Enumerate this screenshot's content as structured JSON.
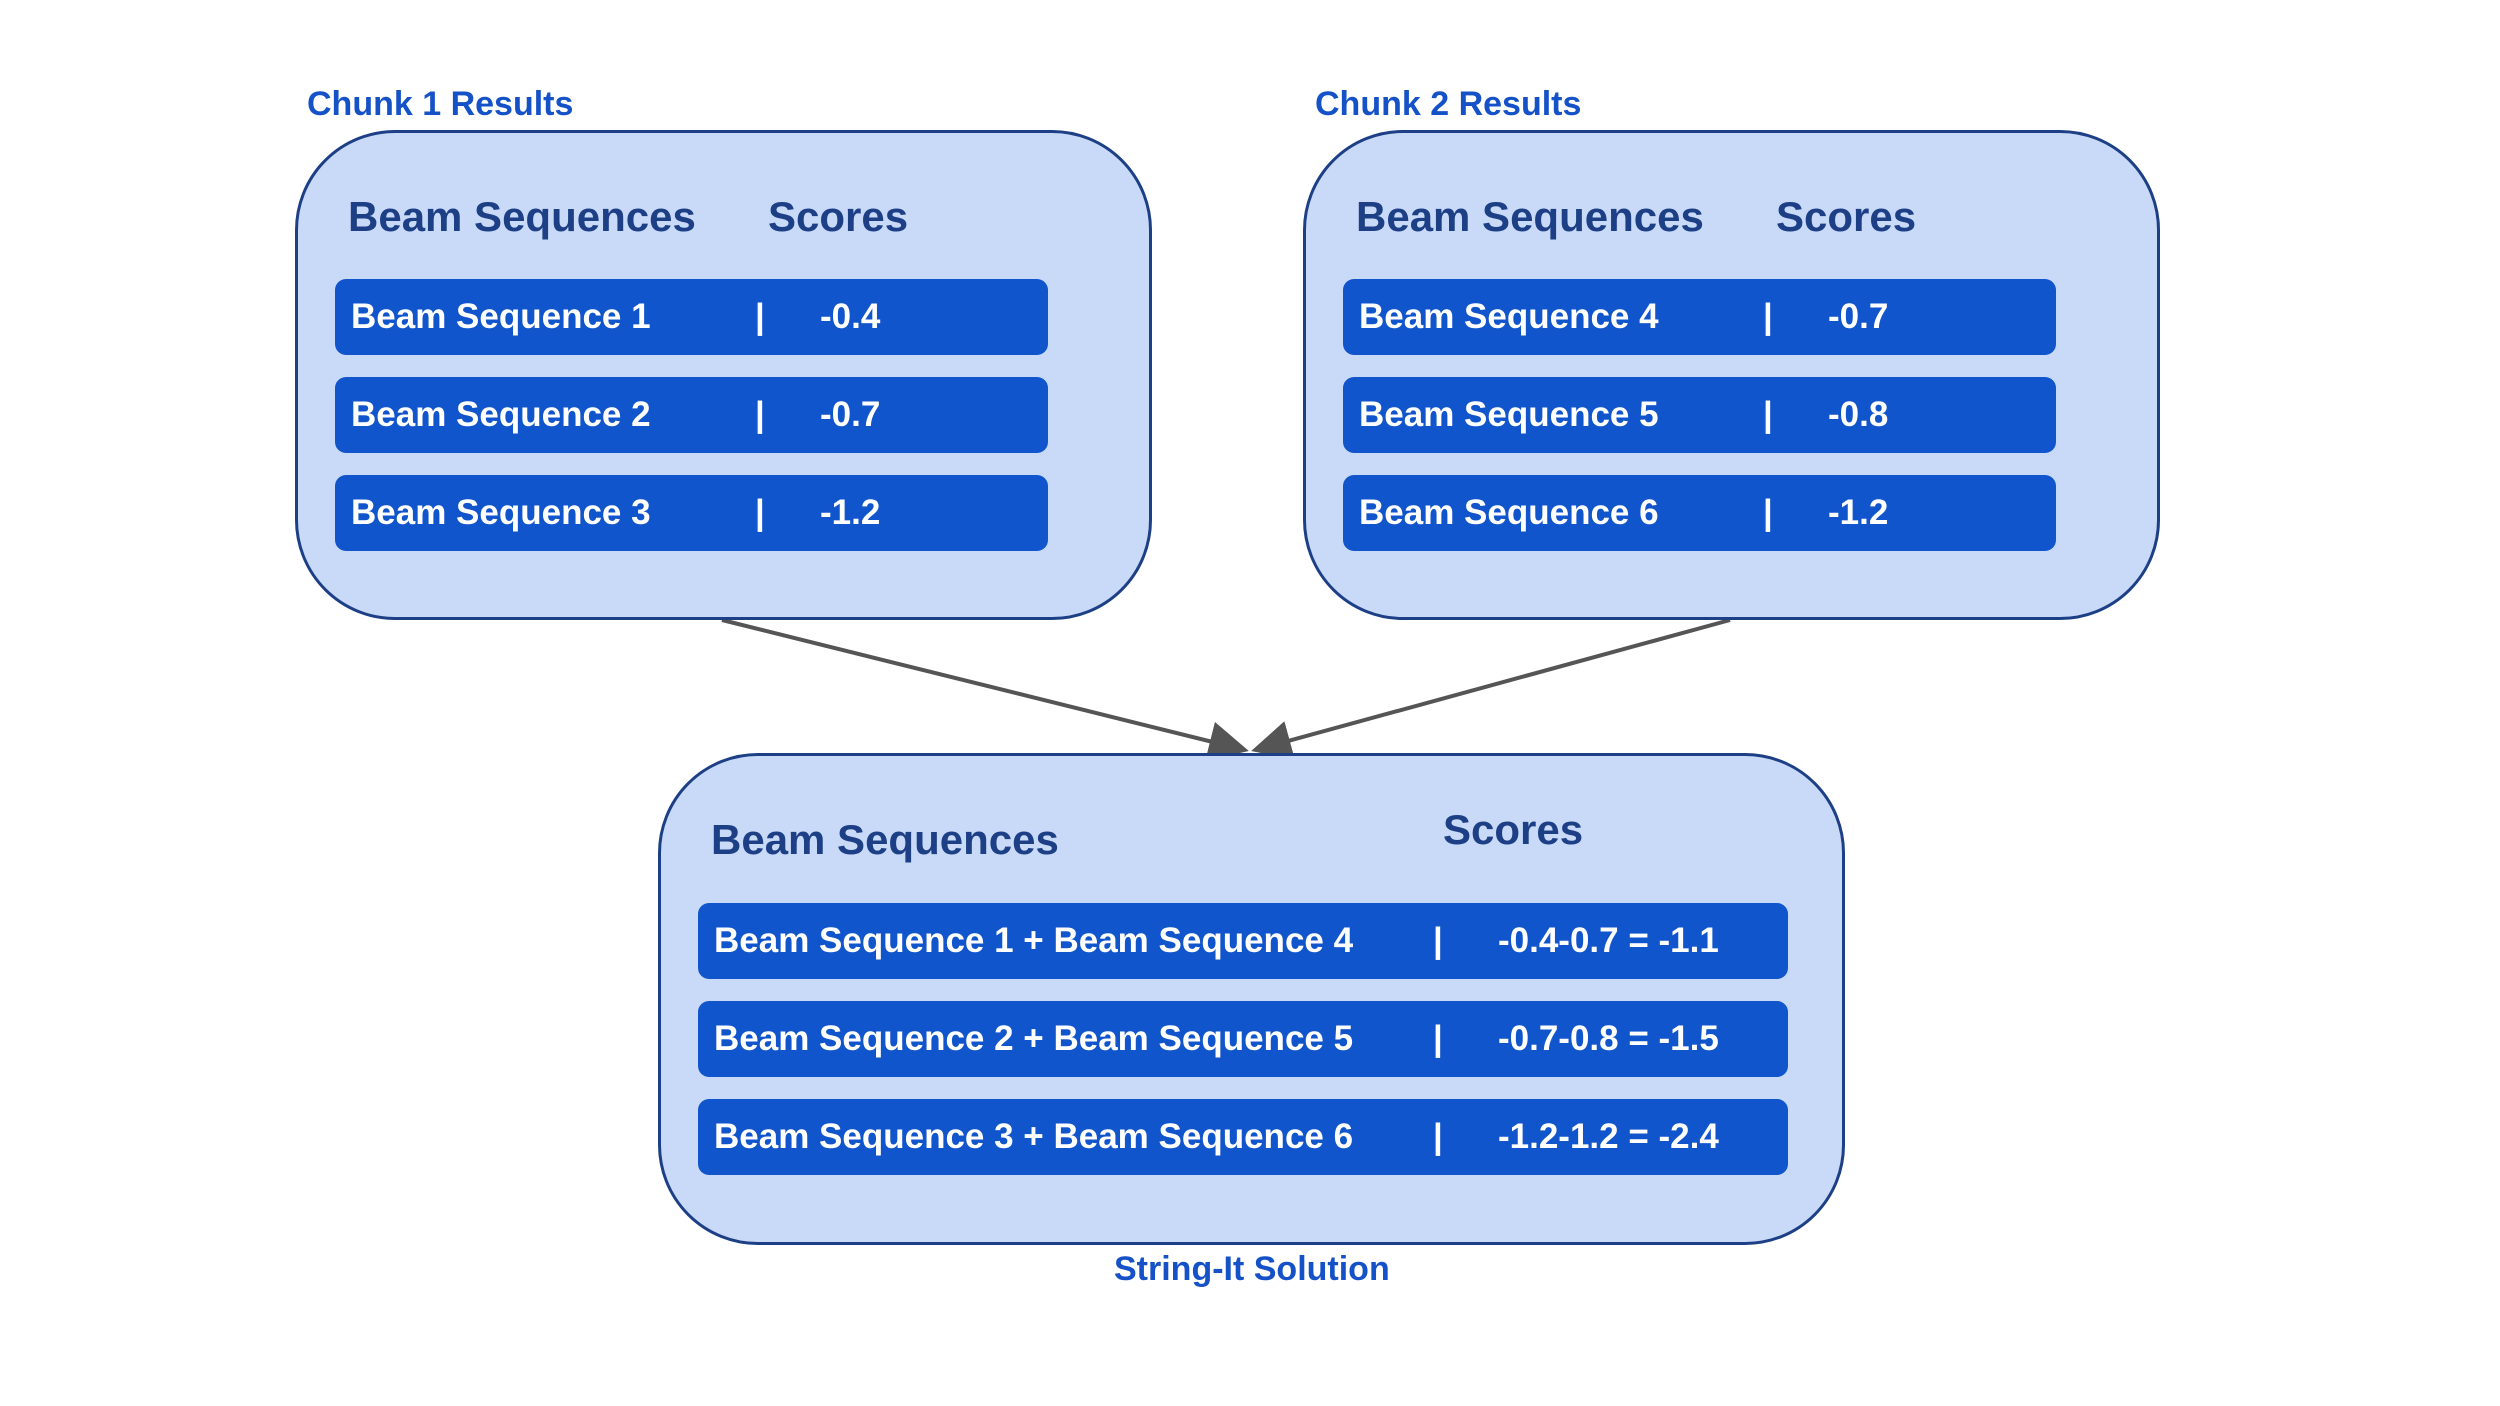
{
  "chunk1": {
    "caption": "Chunk 1 Results",
    "header_sequences": "Beam Sequences",
    "header_scores": "Scores",
    "rows": [
      {
        "sequence": "Beam Sequence 1",
        "separator": "|",
        "score": "-0.4"
      },
      {
        "sequence": "Beam Sequence 2",
        "separator": "|",
        "score": "-0.7"
      },
      {
        "sequence": "Beam Sequence 3",
        "separator": "|",
        "score": "-1.2"
      }
    ]
  },
  "chunk2": {
    "caption": "Chunk 2 Results",
    "header_sequences": "Beam Sequences",
    "header_scores": "Scores",
    "rows": [
      {
        "sequence": "Beam Sequence 4",
        "separator": "|",
        "score": "-0.7"
      },
      {
        "sequence": "Beam Sequence 5",
        "separator": "|",
        "score": "-0.8"
      },
      {
        "sequence": "Beam Sequence 6",
        "separator": "|",
        "score": "-1.2"
      }
    ]
  },
  "combined": {
    "caption": "String-It Solution",
    "header_sequences": "Beam Sequences",
    "header_scores": "Scores",
    "rows": [
      {
        "sequence": "Beam Sequence 1 + Beam Sequence 4",
        "separator": "|",
        "score": "-0.4-0.7 = -1.1"
      },
      {
        "sequence": "Beam Sequence 2 + Beam Sequence 5",
        "separator": "|",
        "score": "-0.7-0.8 = -1.5"
      },
      {
        "sequence": "Beam Sequence 3 + Beam Sequence 6",
        "separator": "|",
        "score": "-1.2-1.2 = -2.4"
      }
    ]
  },
  "colors": {
    "panel_fill": "#c9daf8",
    "panel_border": "#1c3f86",
    "row_fill": "#1155cc",
    "caption_text": "#1552c8",
    "header_text": "#1c3f86",
    "arrow": "#555555"
  }
}
